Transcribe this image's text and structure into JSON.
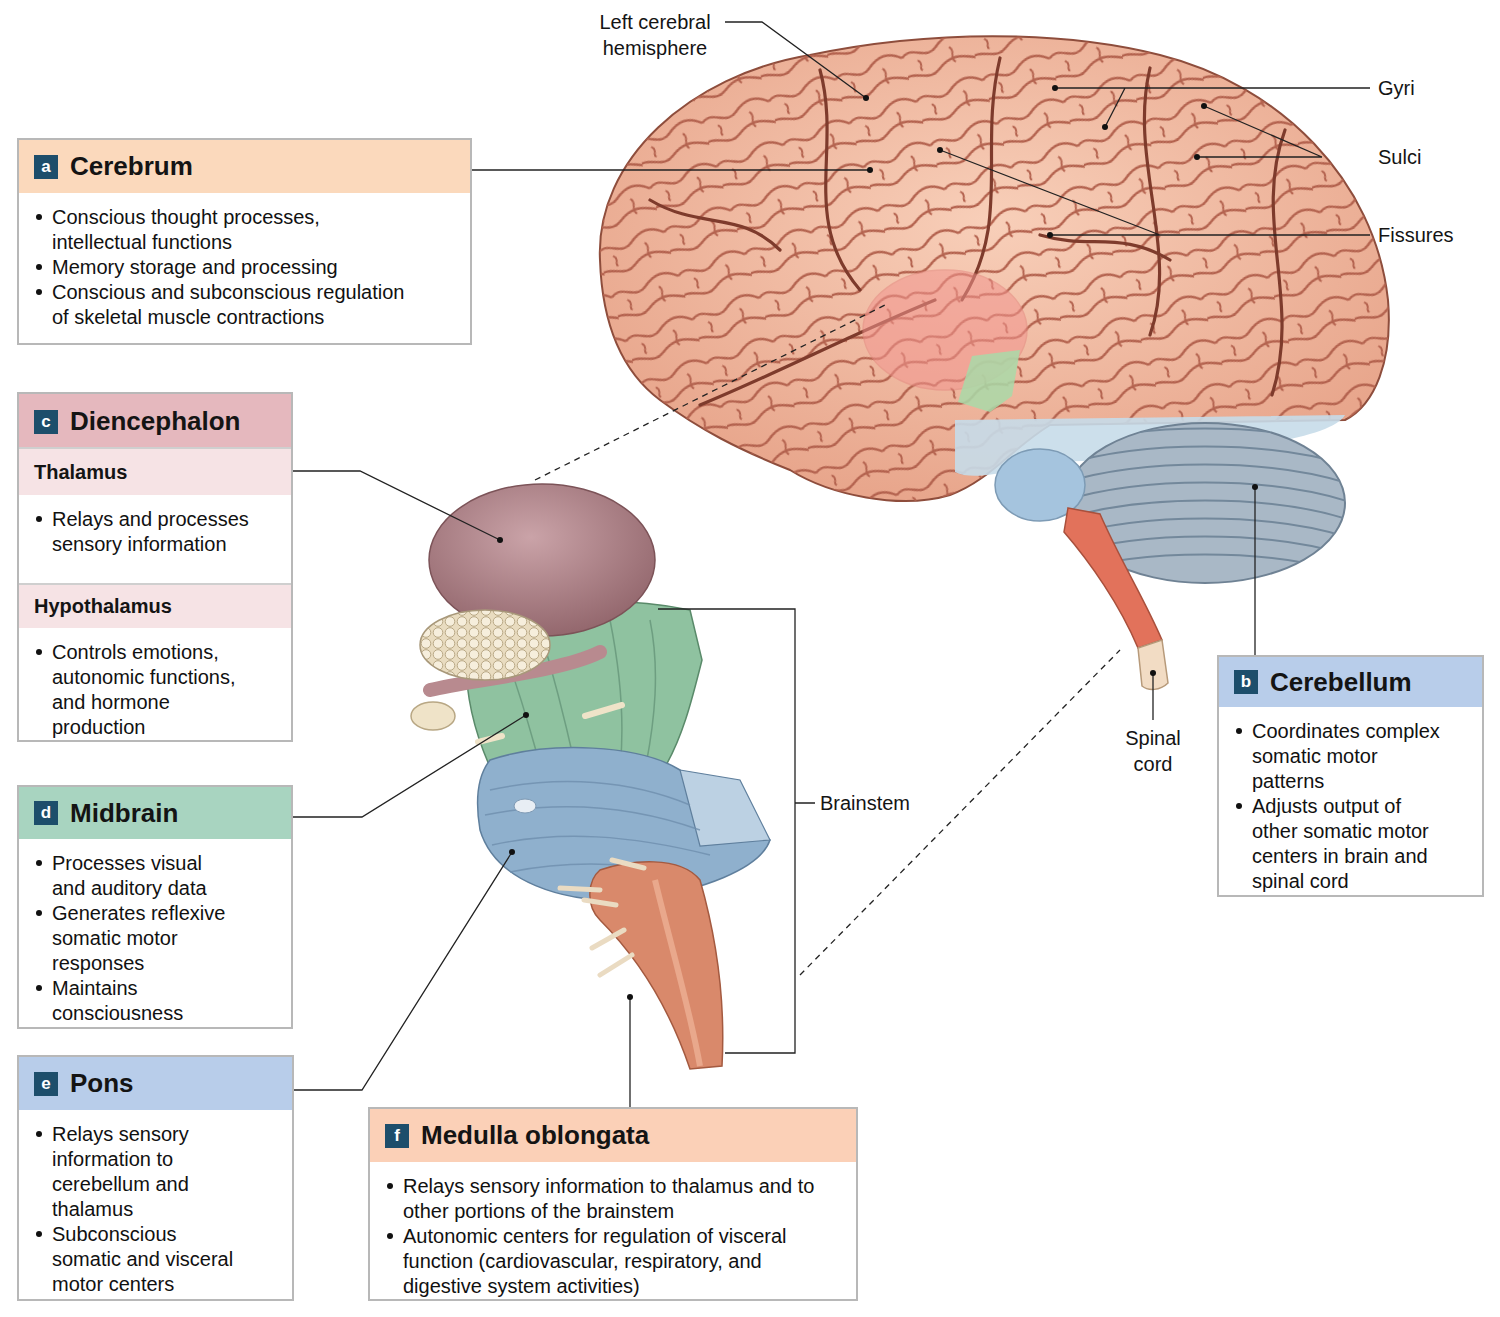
{
  "diagram": {
    "nodes": [
      {
        "text": [
          "a",
          "Cerebrum",
          "Conscious thought processes, intellectual functions",
          "Memory storage and processing",
          "Conscious and subconscious regulation of skeletal muscle contractions"
        ]
      },
      {
        "text": [
          "c",
          "Diencephalon"
        ]
      },
      {
        "text": [
          "Thalamus",
          "Relays and processes sensory information"
        ],
        "in": 1
      },
      {
        "text": [
          "Hypothalamus",
          "Controls emotions, autonomic functions, and hormone production"
        ],
        "in": 1
      },
      {
        "text": [
          "d",
          "Midbrain",
          "Processes visual and auditory data",
          "Generates reflexive somatic motor responses",
          "Maintains consciousness"
        ]
      },
      {
        "text": [
          "e",
          "Pons",
          "Relays sensory information to cerebellum and thalamus",
          "Subconscious somatic and visceral motor centers"
        ]
      },
      {
        "text": [
          "f",
          "Medulla oblongata",
          "Relays sensory information to thalamus and to other portions of the brainstem",
          "Autonomic centers for regulation of visceral function (cardiovascular, respiratory, and digestive system activities)"
        ]
      },
      {
        "text": [
          "b",
          "Cerebellum",
          "Coordinates complex somatic motor patterns",
          "Adjusts output of other somatic motor centers in brain and spinal cord"
        ]
      }
    ],
    "labels": [
      "Left cerebral hemisphere",
      "Gyri",
      "Sulci",
      "Fissures",
      "Brainstem",
      "Spinal cord"
    ]
  }
}
